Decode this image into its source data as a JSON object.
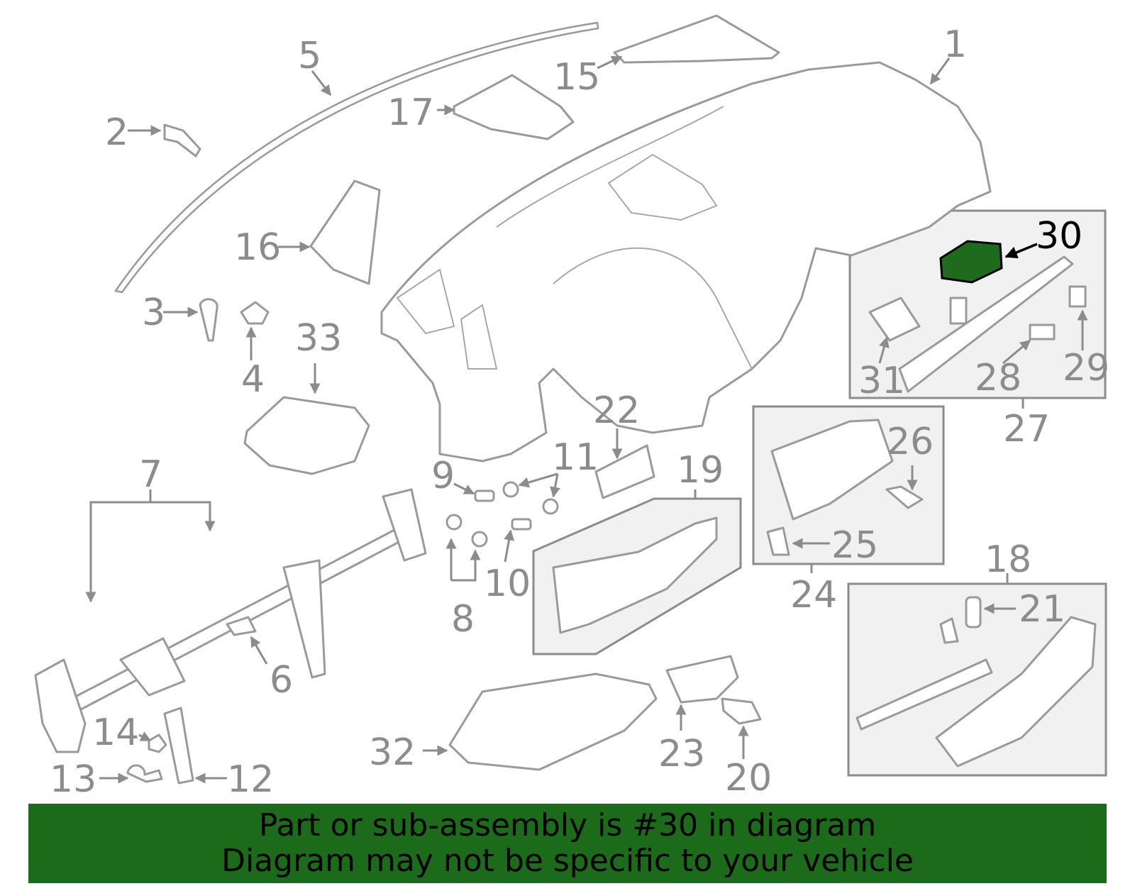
{
  "callouts": {
    "c1": "1",
    "c2": "2",
    "c3": "3",
    "c4": "4",
    "c5": "5",
    "c6": "6",
    "c7": "7",
    "c8": "8",
    "c9": "9",
    "c10": "10",
    "c11": "11",
    "c12": "12",
    "c13": "13",
    "c14": "14",
    "c15": "15",
    "c16": "16",
    "c17": "17",
    "c18": "18",
    "c19": "19",
    "c20": "20",
    "c21": "21",
    "c22": "22",
    "c23": "23",
    "c24": "24",
    "c25": "25",
    "c26": "26",
    "c27": "27",
    "c28": "28",
    "c29": "29",
    "c30": "30",
    "c31": "31",
    "c32": "32",
    "c33": "33"
  },
  "highlighted_part": "30",
  "colors": {
    "banner": "#1b6b1b",
    "highlight_fill": "#1e6b1e",
    "line_gray": "#9a9a9a",
    "label_gray": "#8c8c8c"
  },
  "banner": {
    "line1": "Part or sub-assembly is #30 in diagram",
    "line2": "Diagram may not be specific to your vehicle"
  }
}
